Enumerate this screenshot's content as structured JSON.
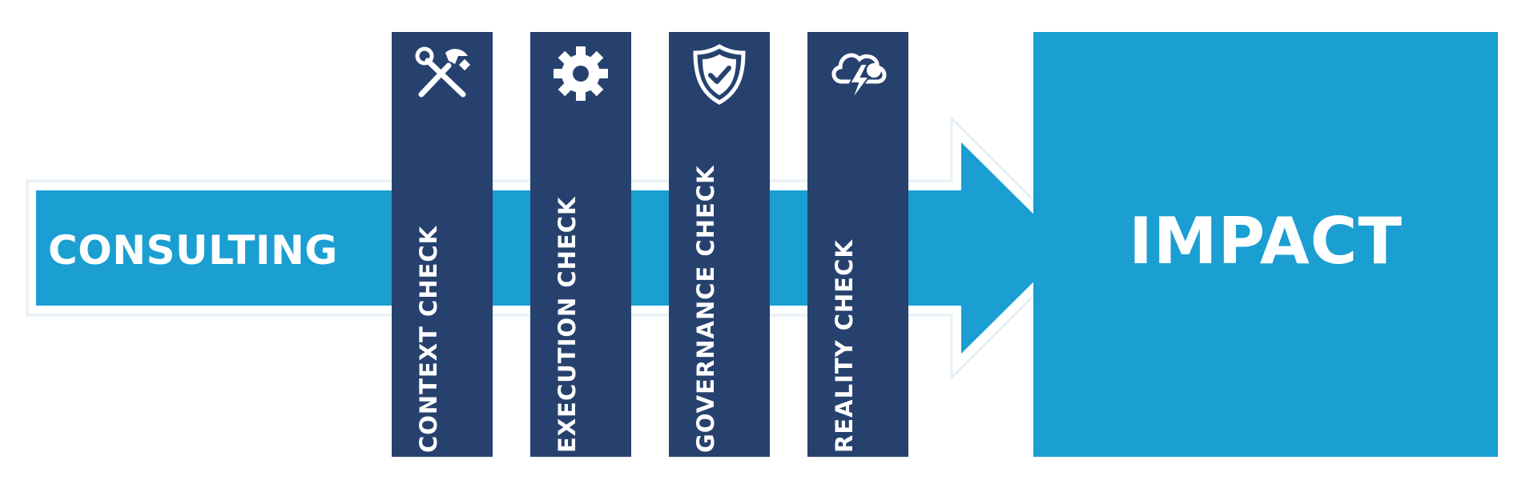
{
  "diagram": {
    "start_label": "CONSULTING",
    "end_label": "IMPACT",
    "checks": [
      {
        "label": "CONTEXT CHECK",
        "icon": "tools-icon"
      },
      {
        "label": "EXECUTION CHECK",
        "icon": "gear-icon"
      },
      {
        "label": "GOVERNANCE CHECK",
        "icon": "shield-check-icon"
      },
      {
        "label": "REALITY CHECK",
        "icon": "storm-cloud-icon"
      }
    ],
    "colors": {
      "arrow": "#1b9ed2",
      "column": "#27416f",
      "impact": "#1b9ed2",
      "text": "#ffffff"
    }
  }
}
